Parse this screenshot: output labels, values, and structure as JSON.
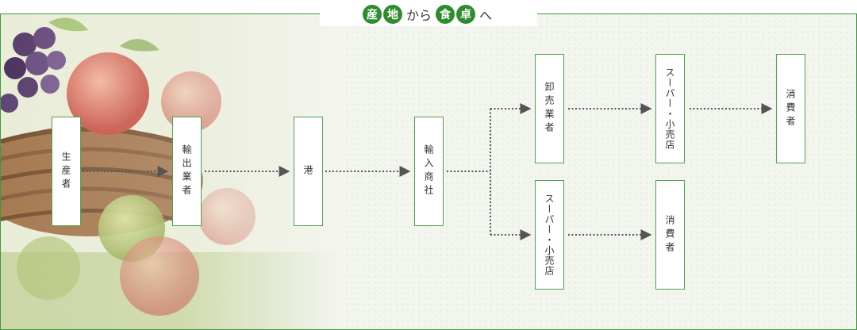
{
  "title": {
    "chars": [
      {
        "text": "産",
        "highlight": true
      },
      {
        "text": "地",
        "highlight": true
      },
      {
        "text": "から",
        "highlight": false
      },
      {
        "text": "食",
        "highlight": true
      },
      {
        "text": "卓",
        "highlight": true
      },
      {
        "text": "へ",
        "highlight": false
      }
    ]
  },
  "nodes": {
    "producer": "生産者",
    "exporter": "輸出業者",
    "port": "港",
    "importer": "輸入商社",
    "wholesaler": "卸売業者",
    "retail_upper": "スーパー・小売店",
    "retail_lower": "スーパー・小売店",
    "consumer_upper": "消費者",
    "consumer_lower": "消費者"
  },
  "colors": {
    "accent": "#2e8b2e",
    "border": "#4aa44a",
    "arrow": "#555555",
    "background": "#f3f5ef"
  }
}
